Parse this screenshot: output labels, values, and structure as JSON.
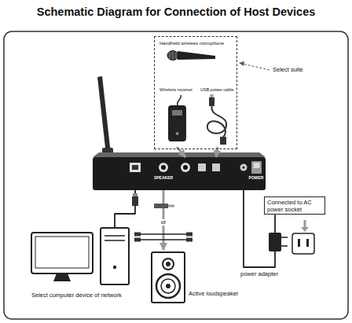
{
  "diagram": {
    "title": "Schematic Diagram for Connection of Host Devices",
    "nodes": [
      {
        "text": [
          "Select suite"
        ]
      },
      {
        "text": [
          "Handheld wireless microphone"
        ],
        "in": 0
      },
      {
        "text": [
          "Wireless receiver"
        ],
        "in": 0
      },
      {
        "text": [
          "USB power cable"
        ],
        "in": 0
      },
      {
        "text": [
          "SPEAKER",
          "POWER"
        ]
      },
      {
        "text": [
          "Select computer device of network"
        ]
      },
      {
        "text": [
          "Active loudspeaker"
        ]
      },
      {
        "text": [
          "Connected to AC power socket"
        ]
      }
    ],
    "edges": [
      {
        "from": 2,
        "to": 4,
        "arrow": "to"
      },
      {
        "from": 3,
        "to": 4,
        "arrow": "to"
      },
      {
        "from": 4,
        "to": 5,
        "arrow": "none"
      },
      {
        "from": 4,
        "to": 6,
        "arrow": "to",
        "label": "or"
      },
      {
        "from": 4,
        "to": 7,
        "arrow": "none",
        "label": "power adapter"
      }
    ]
  }
}
